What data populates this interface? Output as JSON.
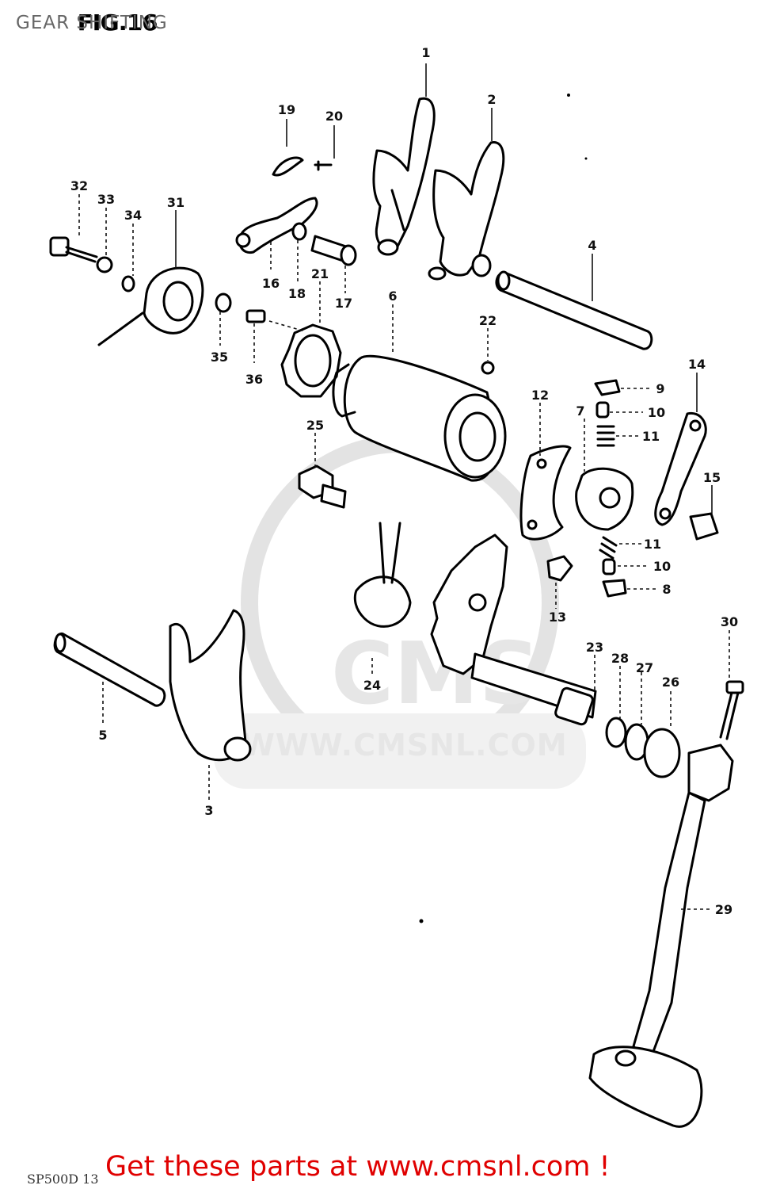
{
  "page": {
    "title": "GEAR SHIFTING",
    "figure_label": "FIG.16",
    "watermark_url": "WWW.CMSNL.COM",
    "watermark_brand": "CMS",
    "cta_text": "Get these parts at www.cmsnl.com !",
    "footer_code": "SP500D 13"
  },
  "callouts": {
    "c1": "1",
    "c2": "2",
    "c3": "3",
    "c4": "4",
    "c5": "5",
    "c6": "6",
    "c7": "7",
    "c8": "8",
    "c9": "9",
    "c10a": "10",
    "c10b": "10",
    "c11a": "11",
    "c11b": "11",
    "c12": "12",
    "c13": "13",
    "c14": "14",
    "c15": "15",
    "c16": "16",
    "c17": "17",
    "c18": "18",
    "c19": "19",
    "c20": "20",
    "c21": "21",
    "c22": "22",
    "c23": "23",
    "c24": "24",
    "c25": "25",
    "c26": "26",
    "c27": "27",
    "c28": "28",
    "c29": "29",
    "c30": "30",
    "c31": "31",
    "c32": "32",
    "c33": "33",
    "c34": "34",
    "c35": "35",
    "c36": "36"
  }
}
